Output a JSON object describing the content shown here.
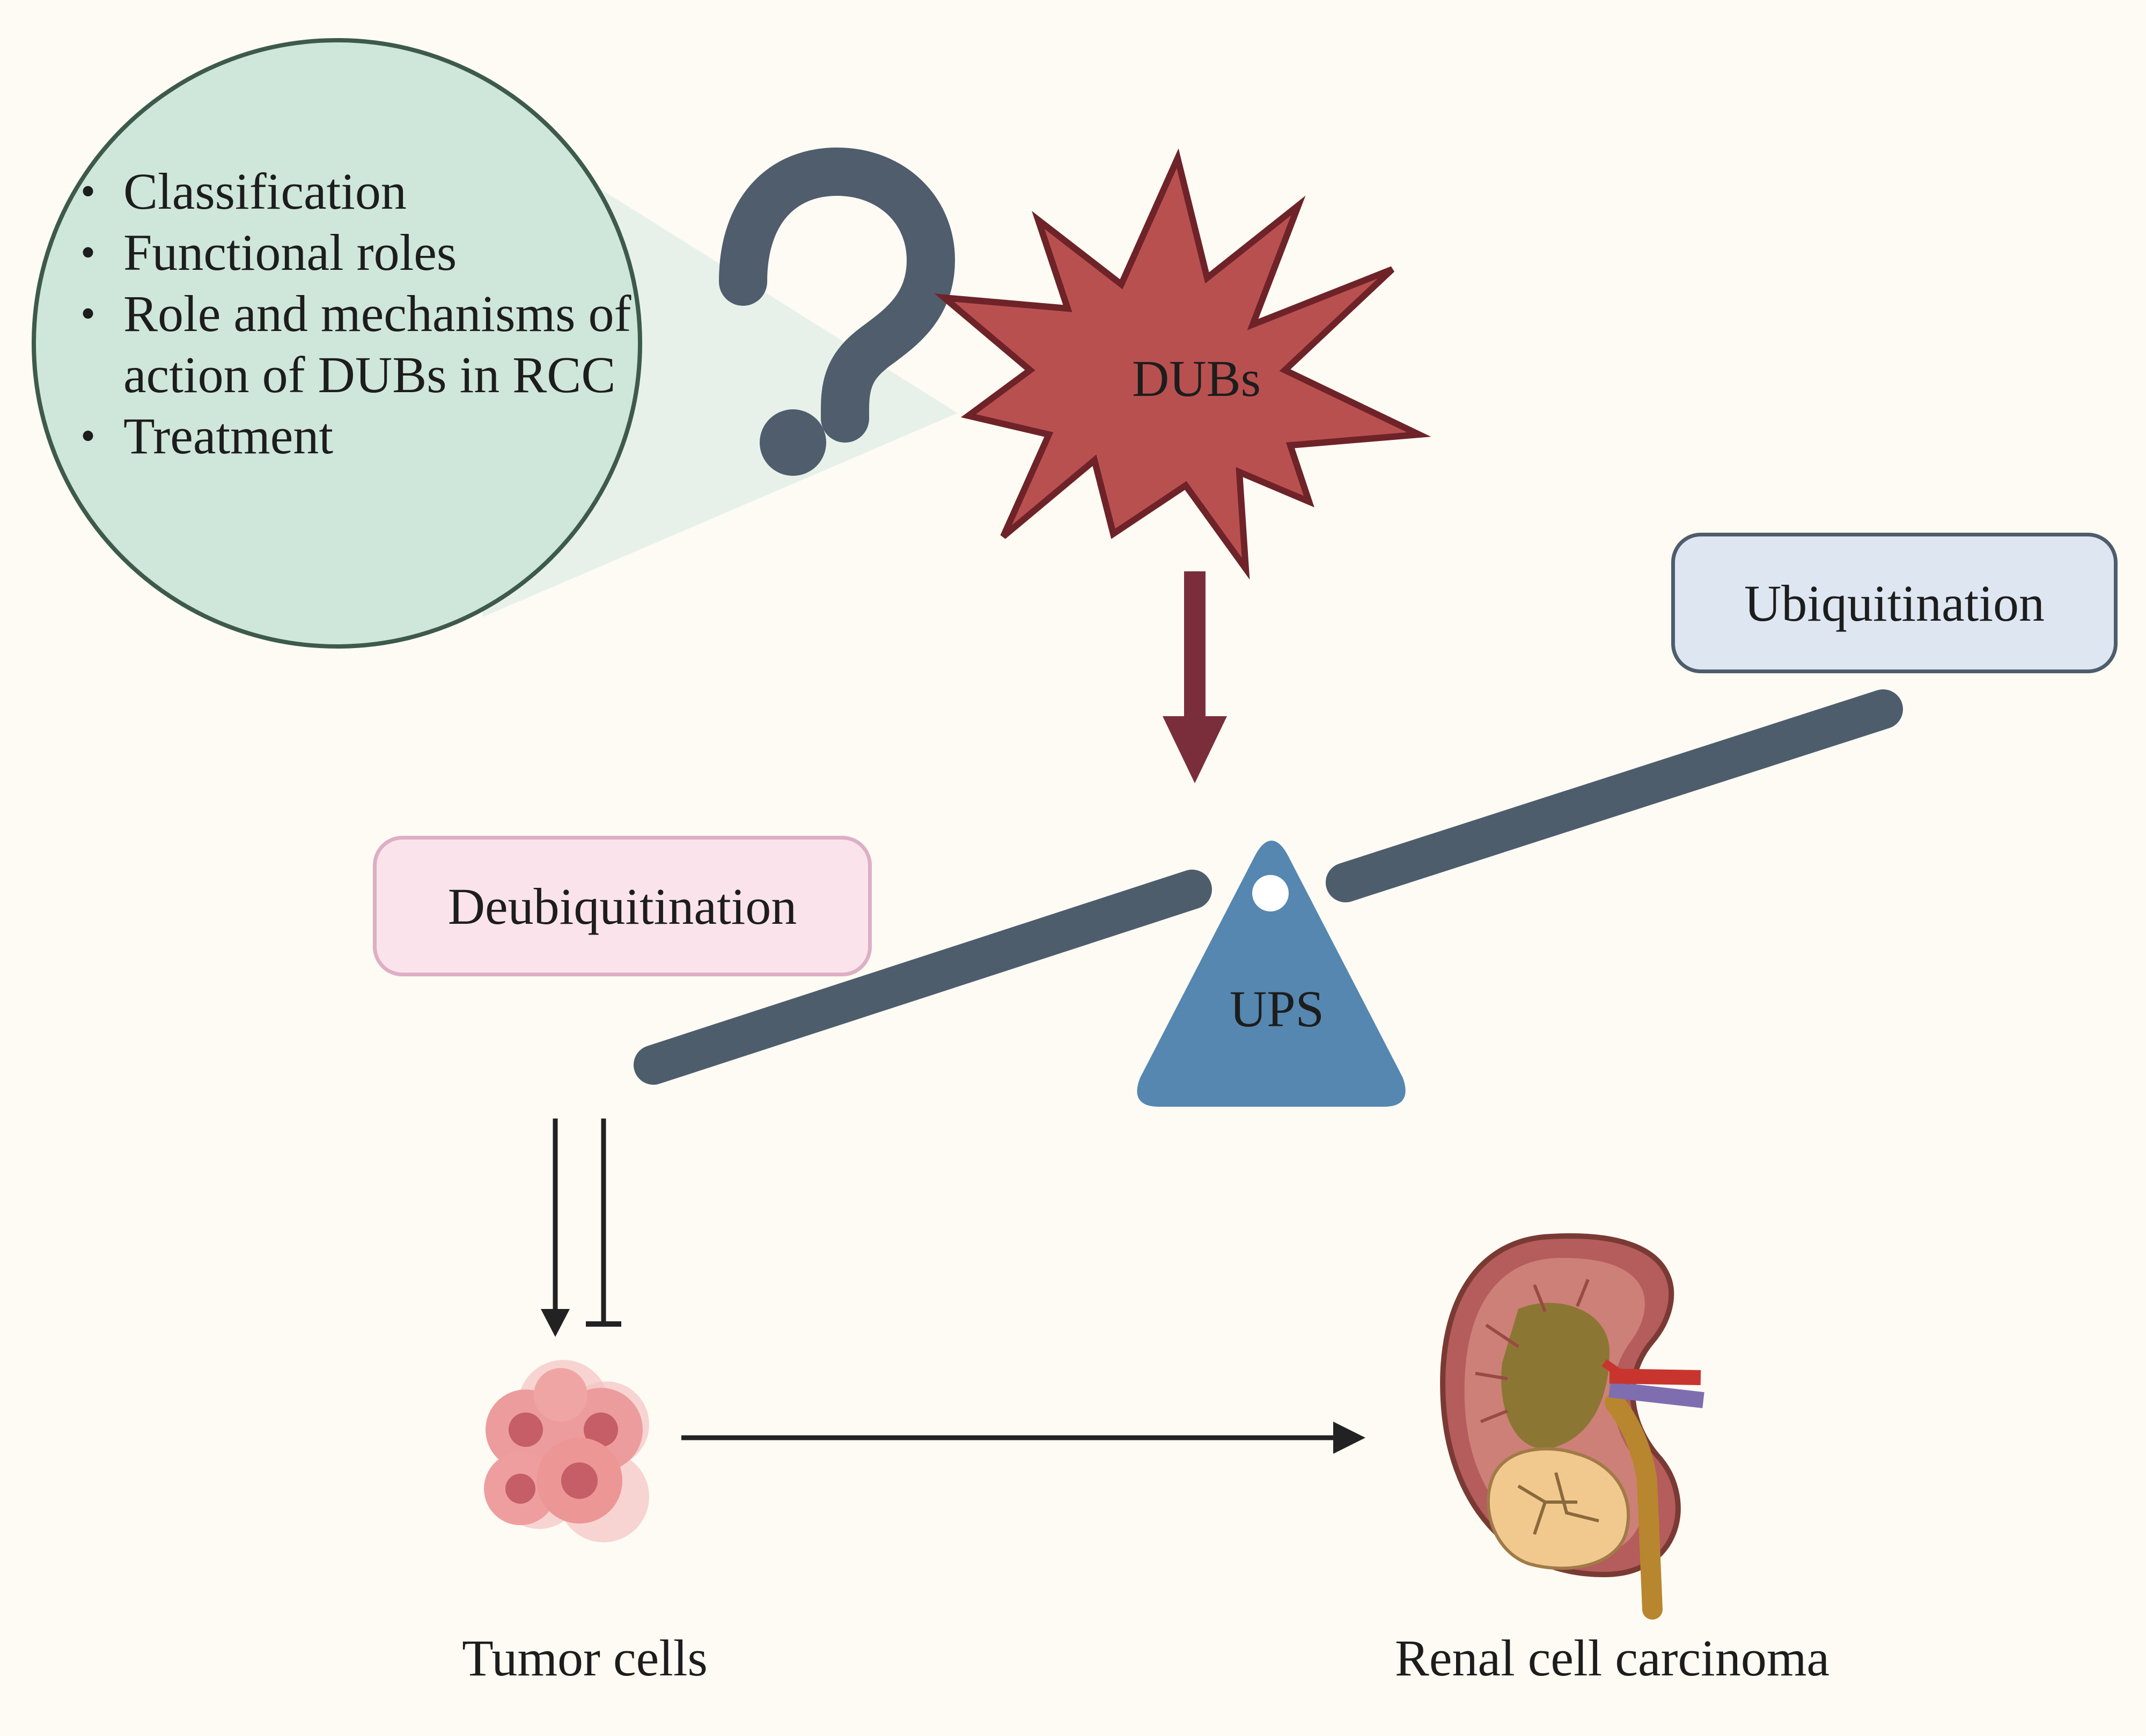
{
  "callout": {
    "bullets": [
      "Classification",
      "Functional roles",
      "Role and mechanisms of action of DUBs in RCC",
      "Treatment"
    ]
  },
  "dubs": {
    "label": "DUBs"
  },
  "balance": {
    "left_box": "Deubiquitination",
    "right_box": "Ubiquitination",
    "fulcrum_label": "UPS"
  },
  "outcomes": {
    "tumor_label": "Tumor cells",
    "rcc_label": "Renal cell carcinoma"
  },
  "colors": {
    "background": "#fdfbf4",
    "callout_fill": "#cfe6da",
    "callout_border": "#3d5a4b",
    "dubs_fill": "#b95050",
    "dubs_border": "#6e2328",
    "arrow": "#7a2e3c",
    "beam": "#4e5d6c",
    "fulcrum": "#5587b0",
    "left_box_fill": "#fbe3ec",
    "left_box_border": "#ddafc4",
    "right_box_fill": "#dde6f1",
    "right_box_border": "#4e5d6c"
  }
}
